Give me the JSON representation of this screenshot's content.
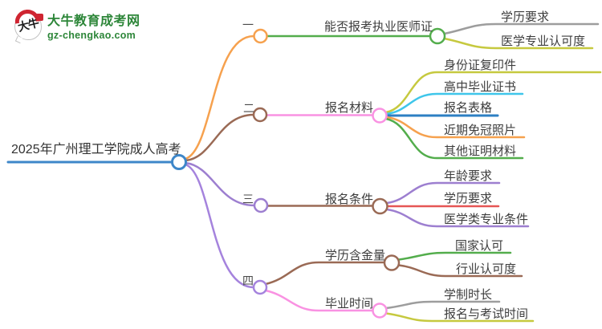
{
  "logo": {
    "icon_text": "大牛",
    "title": "大牛教育成考网",
    "domain": "gz-chengkao.com"
  },
  "mindmap": {
    "root": {
      "label": "2025年广州理工学院成人高考"
    },
    "branches": [
      {
        "index": "一",
        "nodes": [
          {
            "label": "能否报考执业医师证",
            "children": [
              "学历要求",
              "医学专业认可度"
            ]
          }
        ]
      },
      {
        "index": "二",
        "nodes": [
          {
            "label": "报名材料",
            "children": [
              "身份证复印件",
              "高中毕业证书",
              "报名表格",
              "近期免冠照片",
              "其他证明材料"
            ]
          }
        ]
      },
      {
        "index": "三",
        "nodes": [
          {
            "label": "报名条件",
            "children": [
              "年龄要求",
              "学历要求",
              "医学类专业条件"
            ]
          }
        ]
      },
      {
        "index": "四",
        "nodes": [
          {
            "label": "学历含金量",
            "children": [
              "国家认可",
              "行业认可度"
            ]
          },
          {
            "label": "毕业时间",
            "children": [
              "学制时长",
              "报名与考试时间"
            ]
          }
        ]
      }
    ]
  },
  "colors": {
    "root_blue": "#3e87c9",
    "orange": "#f6a14e",
    "brown": "#9a6a55",
    "pink": "#f992e2",
    "purple": "#9d7fd0",
    "violet": "#a583dd",
    "green": "#53ad4c",
    "olive": "#c6c93f",
    "cyan": "#3fc6ea",
    "blue": "#2d7fc3",
    "red": "#e65655",
    "gray": "#9d9d9d",
    "text": "#3d3d3d",
    "logo_green": "#2d8639",
    "logo_red": "#cf2531"
  }
}
